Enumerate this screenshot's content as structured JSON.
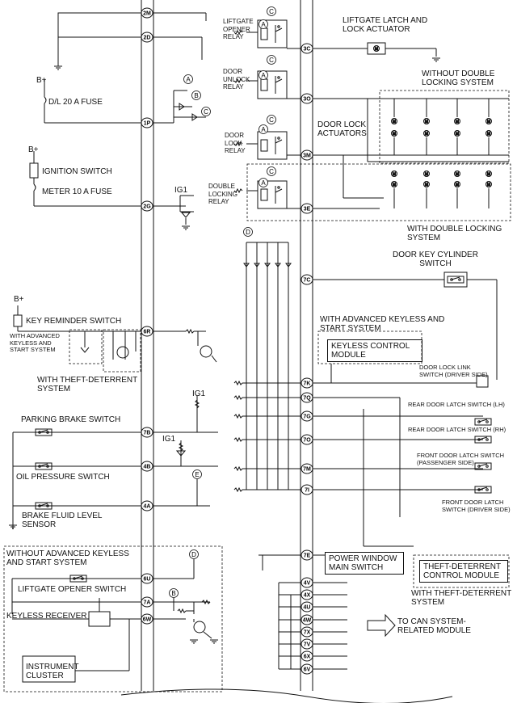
{
  "connectors": [
    {
      "id": "2M",
      "side": "left"
    },
    {
      "id": "2D",
      "side": "left"
    },
    {
      "id": "1P",
      "side": "left"
    },
    {
      "id": "2G",
      "side": "left"
    },
    {
      "id": "6R",
      "side": "left"
    },
    {
      "id": "7B",
      "side": "left"
    },
    {
      "id": "4B",
      "side": "left"
    },
    {
      "id": "4A",
      "side": "left"
    },
    {
      "id": "6U",
      "side": "left"
    },
    {
      "id": "7A",
      "side": "left"
    },
    {
      "id": "6W",
      "side": "left"
    },
    {
      "id": "3C",
      "side": "right"
    },
    {
      "id": "3O",
      "side": "right"
    },
    {
      "id": "3M",
      "side": "right"
    },
    {
      "id": "3E",
      "side": "right"
    },
    {
      "id": "7C",
      "side": "right"
    },
    {
      "id": "7K",
      "side": "right"
    },
    {
      "id": "7Q",
      "side": "right"
    },
    {
      "id": "7G",
      "side": "right"
    },
    {
      "id": "7O",
      "side": "right"
    },
    {
      "id": "7M",
      "side": "right"
    },
    {
      "id": "7I",
      "side": "right"
    },
    {
      "id": "7E",
      "side": "right"
    },
    {
      "id": "4V",
      "side": "right"
    },
    {
      "id": "4X",
      "side": "right"
    },
    {
      "id": "4U",
      "side": "right"
    },
    {
      "id": "4W",
      "side": "right"
    },
    {
      "id": "7X",
      "side": "right"
    },
    {
      "id": "7V",
      "side": "right"
    },
    {
      "id": "6X",
      "side": "right"
    },
    {
      "id": "6V",
      "side": "right"
    }
  ],
  "labels": {
    "bplus1": "B+",
    "dl_fuse": "D/L 20 A FUSE",
    "bplus2": "B+",
    "ignition_switch": "IGNITION SWITCH",
    "meter_fuse": "METER 10 A FUSE",
    "ig1_a": "IG1",
    "bplus3": "B+",
    "key_reminder": "KEY REMINDER SWITCH",
    "with_adv_small": "WITH ADVANCED\nKEYLESS AND\nSTART SYSTEM",
    "with_theft_left": "WITH THEFT-DETERRENT\nSYSTEM",
    "parking_brake": "PARKING BRAKE SWITCH",
    "ig1_b": "IG1",
    "ig1_c": "IG1",
    "oil_pressure": "OIL PRESSURE SWITCH",
    "brake_fluid": "BRAKE FLUID LEVEL\nSENSOR",
    "without_adv": "WITHOUT ADVANCED KEYLESS\nAND START SYSTEM",
    "liftgate_opener_switch": "LIFTGATE OPENER SWITCH",
    "keyless_receiver": "KEYLESS RECEIVER",
    "instrument_cluster": "INSTRUMENT\nCLUSTER",
    "liftgate_opener_relay": "LIFTGATE\nOPENER\nRELAY",
    "door_unlock_relay": "DOOR\nUNLOCK\nRELAY",
    "door_lock_relay": "DOOR\nLOCK\nRELAY",
    "double_locking_relay": "DOUBLE\nLOCKING\nRELAY",
    "liftgate_latch": "LIFTGATE LATCH AND\nLOCK ACTUATOR",
    "without_double": "WITHOUT DOUBLE\nLOCKING SYSTEM",
    "door_lock_actuators": "DOOR LOCK\nACTUATORS",
    "with_double": "WITH DOUBLE LOCKING\nSYSTEM",
    "door_key_cylinder": "DOOR KEY CYLINDER\nSWITCH",
    "with_adv_right": "WITH ADVANCED KEYLESS AND\nSTART SYSTEM",
    "keyless_control": "KEYLESS CONTROL\nMODULE",
    "door_lock_link": "DOOR LOCK LINK\nSWITCH  (DRIVER SIDE)",
    "rear_latch_lh": "REAR DOOR LATCH SWITCH (LH)",
    "rear_latch_rh": "REAR DOOR LATCH SWITCH (RH)",
    "front_latch_pass": "FRONT DOOR LATCH SWITCH\n(PASSENGER SIDE)",
    "front_latch_driver": "FRONT DOOR LATCH\nSWITCH (DRIVER SIDE)",
    "power_window": "POWER WINDOW\nMAIN SWITCH",
    "theft_module": "THEFT-DETERRENT\nCONTROL MODULE",
    "with_theft_right": "WITH THEFT-DETERRENT\nSYSTEM",
    "can_module": "TO CAN SYSTEM-\nRELATED MODULE"
  },
  "letters": {
    "A": "A",
    "B": "B",
    "C": "C",
    "D": "D",
    "E": "E"
  }
}
